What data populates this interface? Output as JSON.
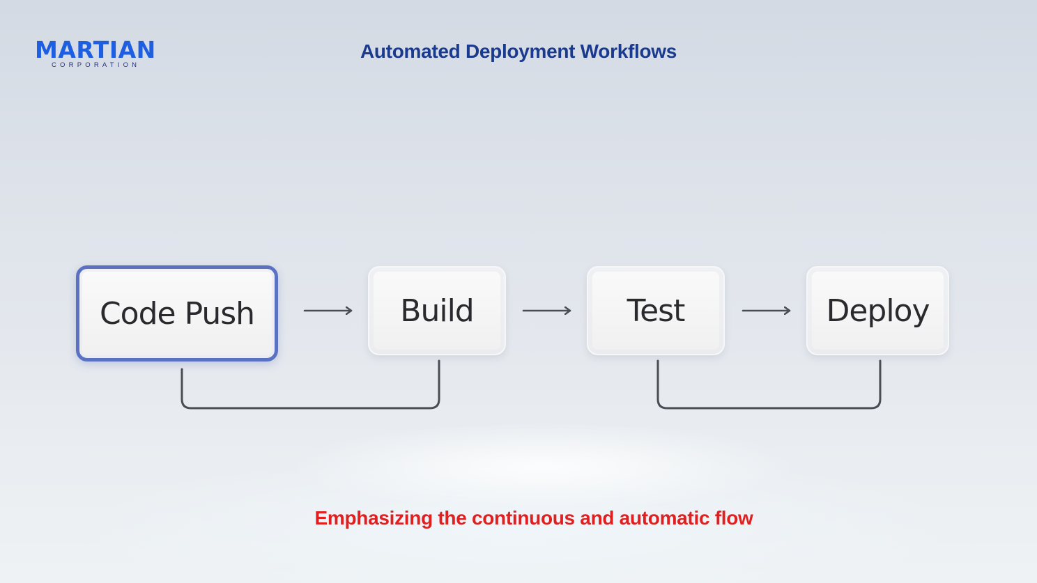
{
  "logo": {
    "wordmark": "MARTIAN",
    "subtitle": "CORPORATION"
  },
  "header": {
    "title": "Automated Deployment Workflows"
  },
  "workflow": {
    "steps": [
      {
        "label": "Code Push",
        "active": true
      },
      {
        "label": "Build",
        "active": false
      },
      {
        "label": "Test",
        "active": false
      },
      {
        "label": "Deploy",
        "active": false
      }
    ],
    "arrow_icon": "right-arrow-icon",
    "loop_links": [
      {
        "from": "Code Push",
        "to": "Build"
      },
      {
        "from": "Test",
        "to": "Deploy"
      }
    ],
    "colors": {
      "active_border": "#5b72c4",
      "connector": "#4a4d55"
    }
  },
  "footer": {
    "caption": "Emphasizing the continuous and automatic flow"
  },
  "colors": {
    "title": "#1a3a8e",
    "logo": "#1d5fe0",
    "caption": "#e02020"
  }
}
